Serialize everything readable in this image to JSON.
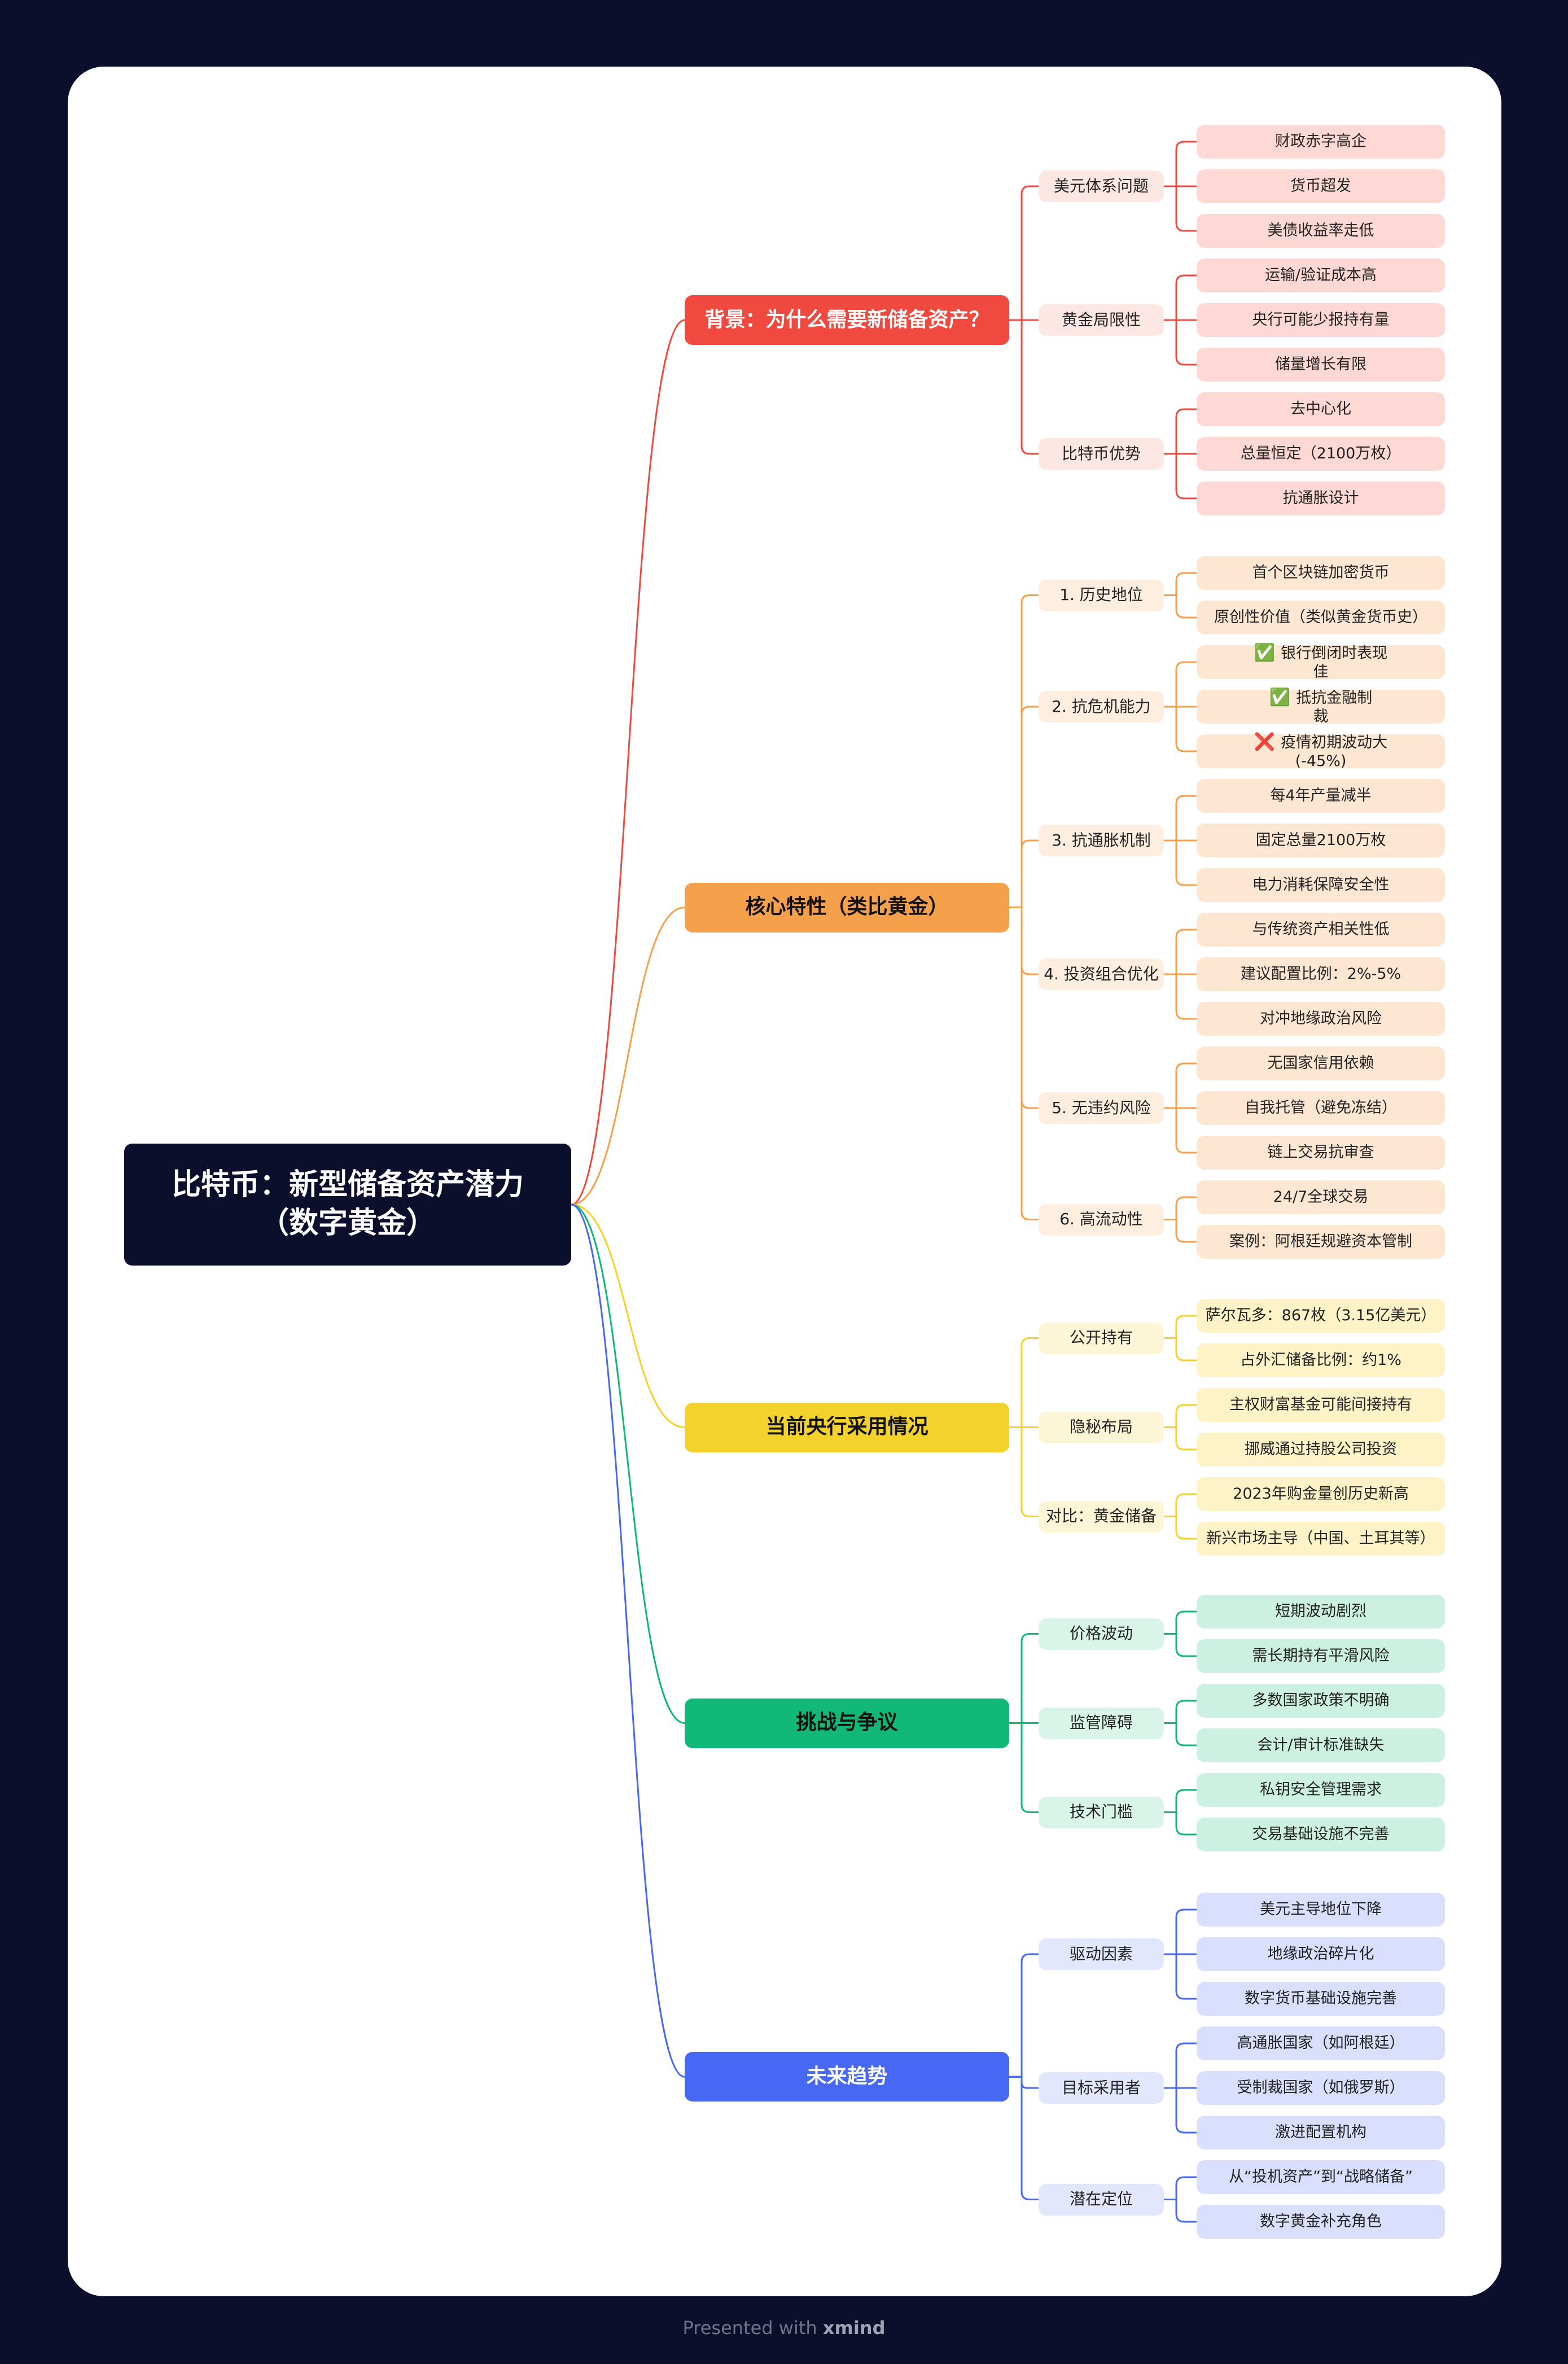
{
  "root": {
    "line1": "比特币：新型储备资产潜力",
    "line2": "（数字黄金）"
  },
  "branches": [
    {
      "label": "背景：为什么需要新储备资产？",
      "color": "#f04a40",
      "text": "#ffffff",
      "sub_bg": "#fde7e4",
      "leaf_bg": "#fdd8d5",
      "children": [
        {
          "label": "美元体系问题",
          "leaves": [
            "财政赤字高企",
            "货币超发",
            "美债收益率走低"
          ]
        },
        {
          "label": "黄金局限性",
          "leaves": [
            "运输/验证成本高",
            "央行可能少报持有量",
            "储量增长有限"
          ]
        },
        {
          "label": "比特币优势",
          "leaves": [
            "去中心化",
            "总量恒定（2100万枚）",
            "抗通胀设计"
          ]
        }
      ]
    },
    {
      "label": "核心特性（类比黄金）",
      "color": "#f5a04b",
      "text": "#111111",
      "sub_bg": "#fdeee0",
      "leaf_bg": "#fde6d2",
      "children": [
        {
          "label": "1. 历史地位",
          "leaves": [
            "首个区块链加密货币",
            "原创性价值（类似黄金货币史）"
          ]
        },
        {
          "label": "2. 抗危机能力",
          "leaves": [
            {
              "icon": "✅",
              "icon_name": "check-mark-icon",
              "line1": "银行倒闭时表现",
              "line2": "佳"
            },
            {
              "icon": "✅",
              "icon_name": "check-mark-icon",
              "line1": "抵抗金融制",
              "line2": "裁"
            },
            {
              "icon": "❌",
              "icon_name": "cross-mark-icon",
              "line1": "疫情初期波动大",
              "line2": "(-45%)"
            }
          ]
        },
        {
          "label": "3. 抗通胀机制",
          "leaves": [
            "每4年产量减半",
            "固定总量2100万枚",
            "电力消耗保障安全性"
          ]
        },
        {
          "label": "4. 投资组合优化",
          "leaves": [
            "与传统资产相关性低",
            "建议配置比例：2%-5%",
            "对冲地缘政治风险"
          ]
        },
        {
          "label": "5. 无违约风险",
          "leaves": [
            "无国家信用依赖",
            "自我托管（避免冻结）",
            "链上交易抗审查"
          ]
        },
        {
          "label": "6. 高流动性",
          "leaves": [
            "24/7全球交易",
            "案例：阿根廷规避资本管制"
          ]
        }
      ]
    },
    {
      "label": "当前央行采用情况",
      "color": "#f2d22b",
      "text": "#111111",
      "sub_bg": "#fdf6d6",
      "leaf_bg": "#fdf3c7",
      "children": [
        {
          "label": "公开持有",
          "leaves": [
            "萨尔瓦多：867枚（3.15亿美元）",
            "占外汇储备比例：约1%"
          ]
        },
        {
          "label": "隐秘布局",
          "leaves": [
            "主权财富基金可能间接持有",
            "挪威通过持股公司投资"
          ]
        },
        {
          "label": "对比：黄金储备",
          "leaves": [
            "2023年购金量创历史新高",
            "新兴市场主导（中国、土耳其等）"
          ]
        }
      ]
    },
    {
      "label": "挑战与争议",
      "color": "#12b877",
      "text": "#111111",
      "sub_bg": "#d9f5ea",
      "leaf_bg": "#ccf1e2",
      "children": [
        {
          "label": "价格波动",
          "leaves": [
            "短期波动剧烈",
            "需长期持有平滑风险"
          ]
        },
        {
          "label": "监管障碍",
          "leaves": [
            "多数国家政策不明确",
            "会计/审计标准缺失"
          ]
        },
        {
          "label": "技术门槛",
          "leaves": [
            "私钥安全管理需求",
            "交易基础设施不完善"
          ]
        }
      ]
    },
    {
      "label": "未来趋势",
      "color": "#4768f5",
      "text": "#ffffff",
      "sub_bg": "#e2e7fd",
      "leaf_bg": "#d9dffd",
      "children": [
        {
          "label": "驱动因素",
          "leaves": [
            "美元主导地位下降",
            "地缘政治碎片化",
            "数字货币基础设施完善"
          ]
        },
        {
          "label": "目标采用者",
          "leaves": [
            "高通胀国家（如阿根廷）",
            "受制裁国家（如俄罗斯）",
            "激进配置机构"
          ]
        },
        {
          "label": "潜在定位",
          "leaves": [
            "从“投机资产”到“战略储备”",
            "数字黄金补充角色"
          ]
        }
      ]
    }
  ],
  "footer": {
    "prefix": "Presented with",
    "brand": "xmind"
  }
}
